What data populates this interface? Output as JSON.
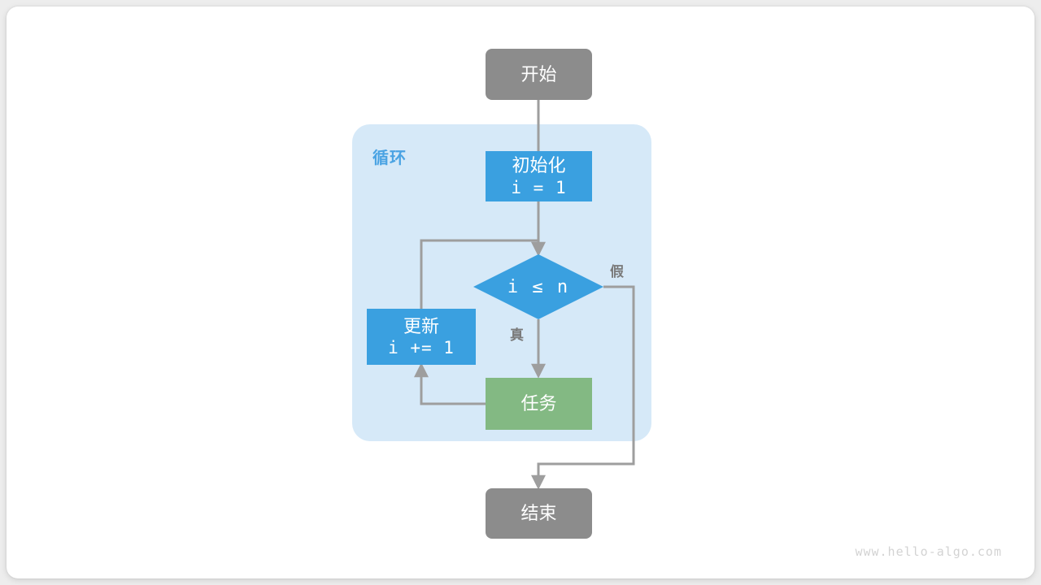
{
  "diagram": {
    "title_watermark": "www.hello-algo.com",
    "loop_container": {
      "label": "循环",
      "bg_color": "#d6e9f8",
      "label_color": "#4aa3e3"
    },
    "colors": {
      "terminal": "#8c8c8c",
      "process_blue": "#3aa0e0",
      "process_green": "#83b983",
      "arrow": "#9e9e9e",
      "canvas": "#ffffff",
      "page_bg": "#ededed"
    },
    "nodes": [
      {
        "id": "start",
        "type": "terminal",
        "line1": "开始",
        "line2": ""
      },
      {
        "id": "init",
        "type": "process",
        "line1": "初始化",
        "line2": "i = 1"
      },
      {
        "id": "cond",
        "type": "decision",
        "line1": "i ≤ n",
        "line2": ""
      },
      {
        "id": "update",
        "type": "process",
        "line1": "更新",
        "line2": "i += 1"
      },
      {
        "id": "task",
        "type": "process",
        "line1": "任务",
        "line2": ""
      },
      {
        "id": "end",
        "type": "terminal",
        "line1": "结束",
        "line2": ""
      }
    ],
    "edge_labels": {
      "true": "真",
      "false": "假"
    }
  }
}
